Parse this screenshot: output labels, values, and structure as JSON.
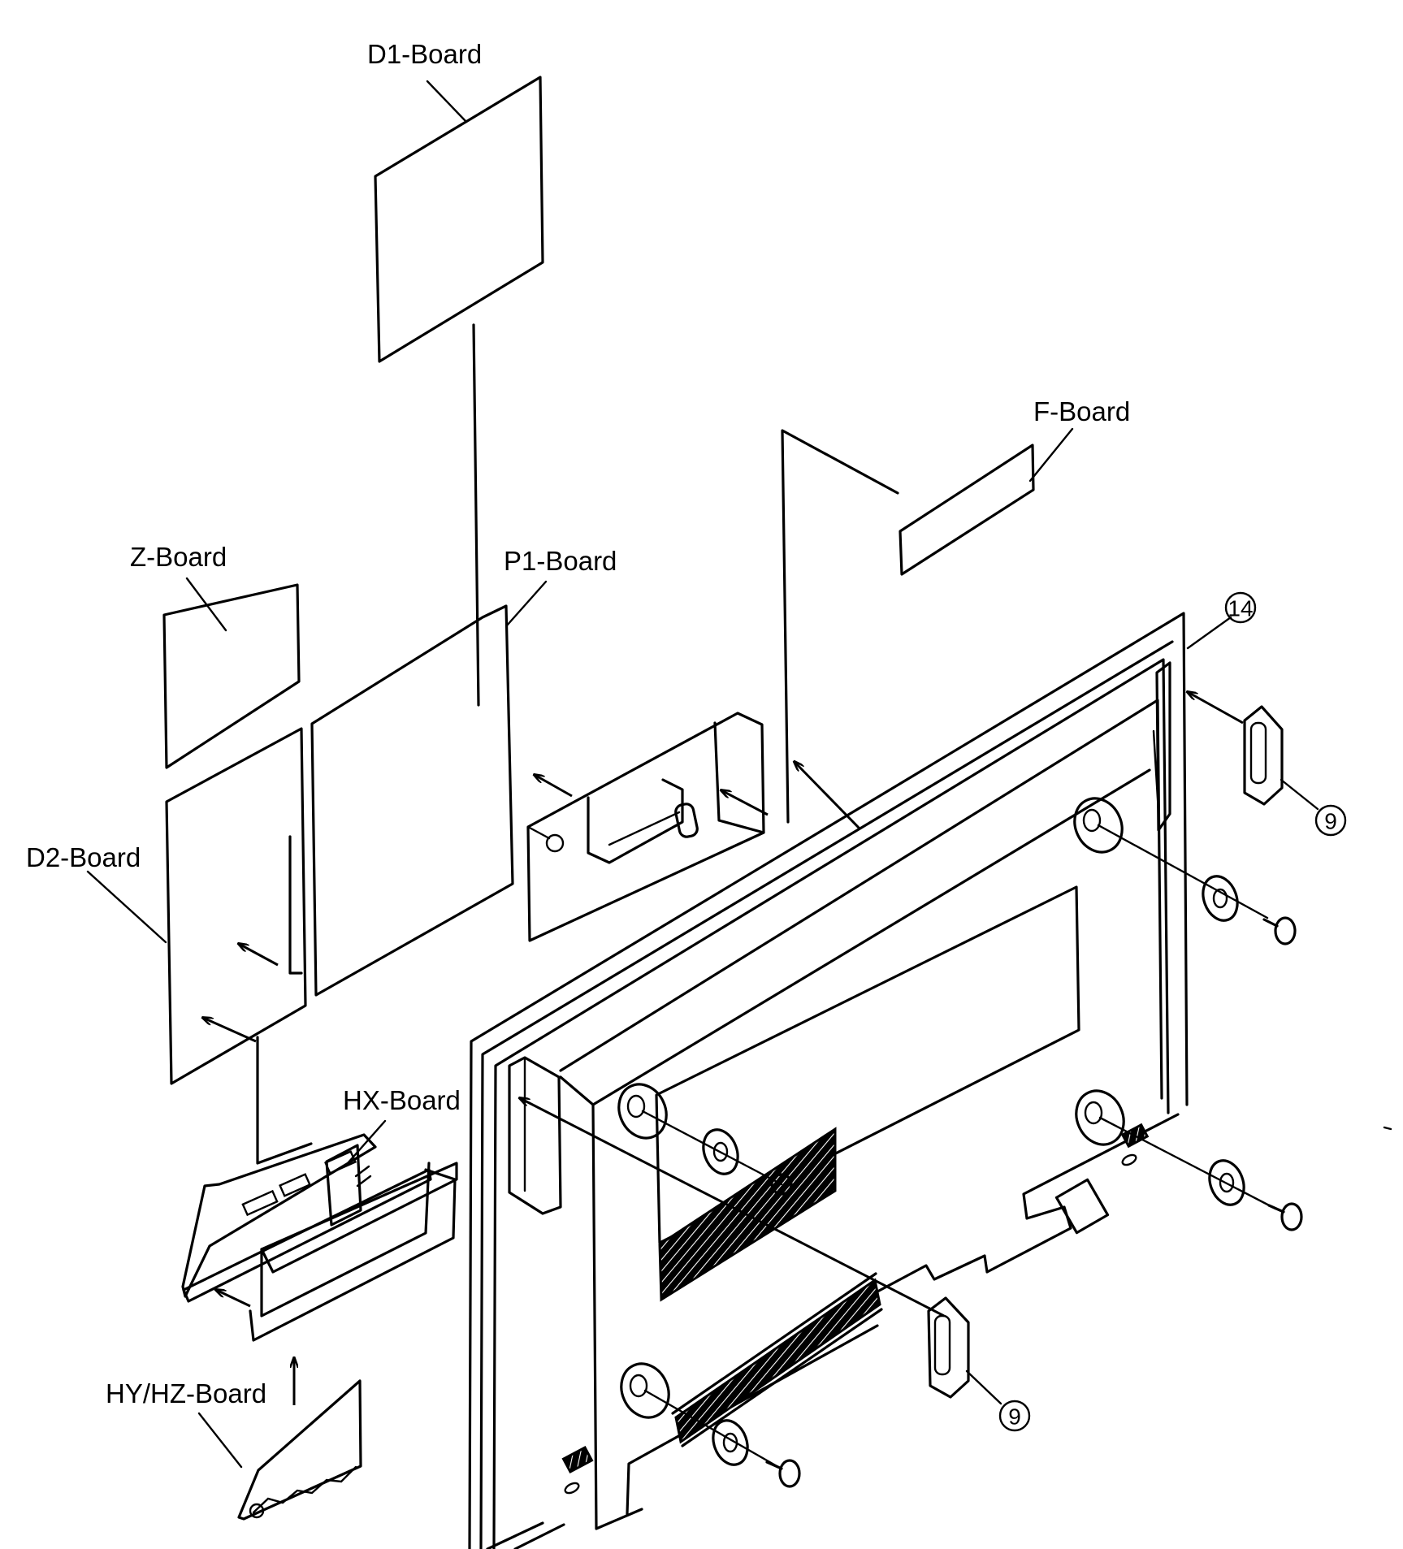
{
  "labels": {
    "d1_board": "D1-Board",
    "f_board": "F-Board",
    "z_board": "Z-Board",
    "p1_board": "P1-Board",
    "d2_board": "D2-Board",
    "hx_board": "HX-Board",
    "hy_hz_board": "HY/HZ-Board"
  },
  "callouts": {
    "part_14": "14",
    "part_9_upper": "9",
    "part_9_lower": "9"
  }
}
